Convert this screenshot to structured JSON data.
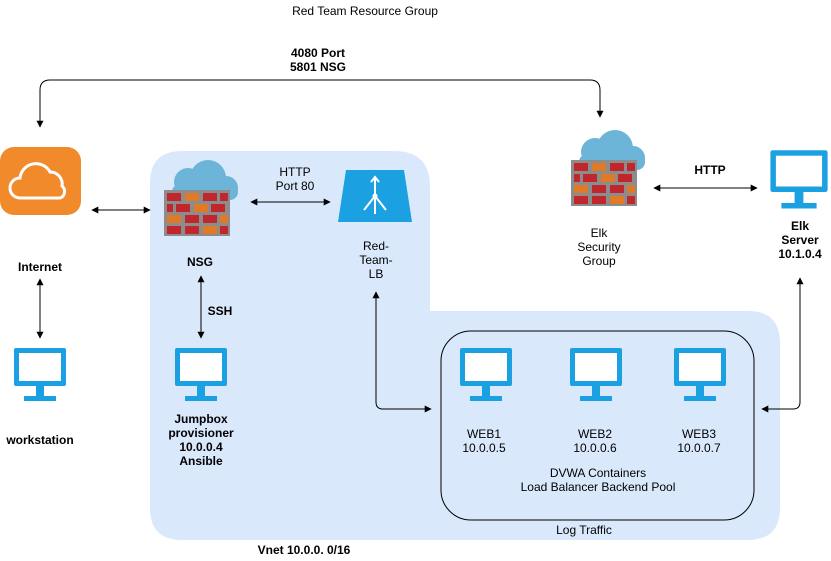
{
  "diagram": {
    "title": "Red Team Resource Group",
    "top_link": {
      "line1": "4080 Port",
      "line2": "5801 NSG"
    },
    "nodes": {
      "internet": {
        "label": "Internet"
      },
      "workstation": {
        "label": "workstation"
      },
      "nsg": {
        "label": "NSG"
      },
      "load_balancer": {
        "line1": "Red-",
        "line2": "Team-",
        "line3": "LB"
      },
      "jumpbox": {
        "line1": "Jumpbox",
        "line2": "provisioner",
        "line3": "10.0.0.4",
        "line4": "Ansible"
      },
      "web1": {
        "line1": "WEB1",
        "line2": "10.0.0.5"
      },
      "web2": {
        "line1": "WEB2",
        "line2": "10.0.0.6"
      },
      "web3": {
        "line1": "WEB3",
        "line2": "10.0.0.7"
      },
      "elk_nsg": {
        "line1": "Elk",
        "line2": "Security",
        "line3": "Group"
      },
      "elk_server": {
        "line1": "Elk",
        "line2": "Server",
        "line3": "10.1.0.4"
      }
    },
    "edges": {
      "nsg_lb": {
        "line1": "HTTP",
        "line2": "Port 80"
      },
      "nsg_jumpbox": {
        "label": "SSH"
      },
      "elk_http": {
        "label": "HTTP"
      },
      "log_traffic": {
        "label": "Log Traffic"
      }
    },
    "pool": {
      "line1": "DVWA Containers",
      "line2": "Load Balancer Backend Pool"
    },
    "vnet": {
      "label": "Vnet 10.0.0. 0/16"
    },
    "colors": {
      "vnet_fill": "#dae8fc",
      "monitor_blue": "#1ba1e2",
      "cloud_blue": "#6cb5d9",
      "firewall_red": "#c0272d",
      "firewall_orange": "#e07a26",
      "internet_orange": "#f08a2b",
      "lb_blue": "#1ba1e2"
    }
  }
}
